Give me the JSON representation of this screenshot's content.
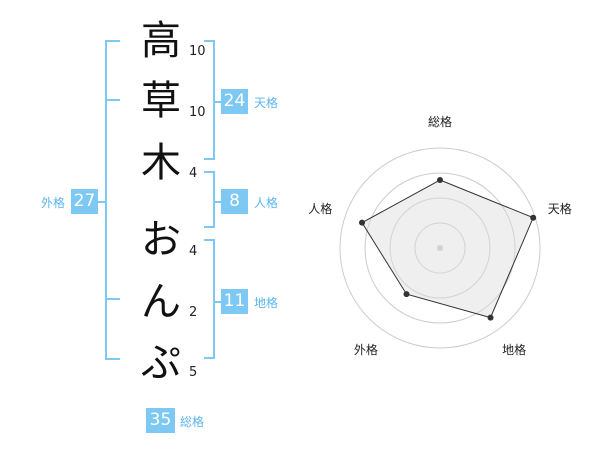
{
  "name": {
    "chars": [
      {
        "char": "高",
        "strokes": "10"
      },
      {
        "char": "草",
        "strokes": "10"
      },
      {
        "char": "木",
        "strokes": "4"
      },
      {
        "char": "お",
        "strokes": "4"
      },
      {
        "char": "ん",
        "strokes": "2"
      },
      {
        "char": "ぷ",
        "strokes": "5"
      }
    ]
  },
  "fortune": {
    "tenkaku": {
      "value": "24",
      "label": "天格"
    },
    "jinkaku": {
      "value": "8",
      "label": "人格"
    },
    "chikaku": {
      "value": "11",
      "label": "地格"
    },
    "gaikaku": {
      "value": "27",
      "label": "外格"
    },
    "soukaku": {
      "value": "35",
      "label": "総格"
    }
  },
  "chart_data": {
    "type": "radar",
    "axes": [
      "総格",
      "天格",
      "地格",
      "外格",
      "人格"
    ],
    "values": [
      0.68,
      0.98,
      0.86,
      0.57,
      0.82
    ],
    "rings": 4,
    "colors": {
      "accent": "#7ec8f4",
      "fill": "#efefef",
      "ring": "#cccccc",
      "line": "#333333",
      "point": "#333333"
    }
  }
}
